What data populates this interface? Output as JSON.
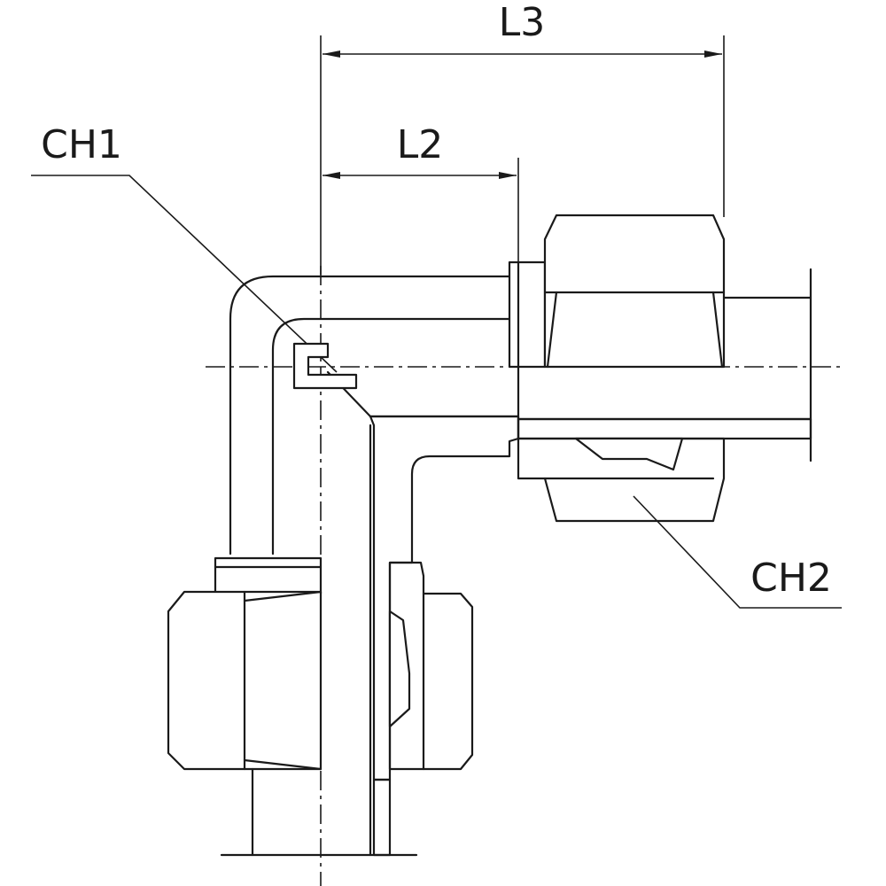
{
  "labels": {
    "l3": "L3",
    "l2": "L2",
    "ch1": "CH1",
    "ch2": "CH2"
  },
  "colors": {
    "line": "#1a1a1a",
    "background": "#ffffff"
  }
}
